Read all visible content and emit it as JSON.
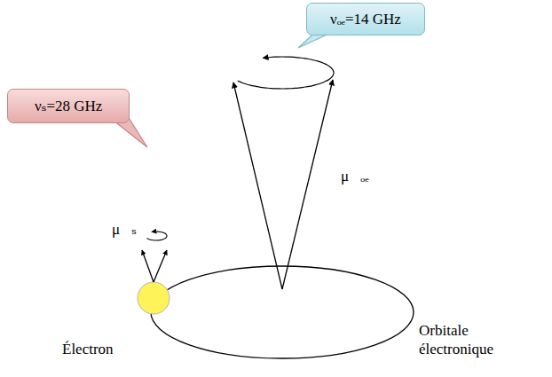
{
  "diagram": {
    "nodes": [
      {
        "text": [
          "νₒₑ=14 GHz"
        ]
      },
      {
        "text": [
          "νₛ=28 GHz"
        ]
      }
    ],
    "labels": [
      "μ⃗ₒₑ",
      "μ⃗ₛ",
      "Électron",
      "Orbitale électronique"
    ]
  }
}
